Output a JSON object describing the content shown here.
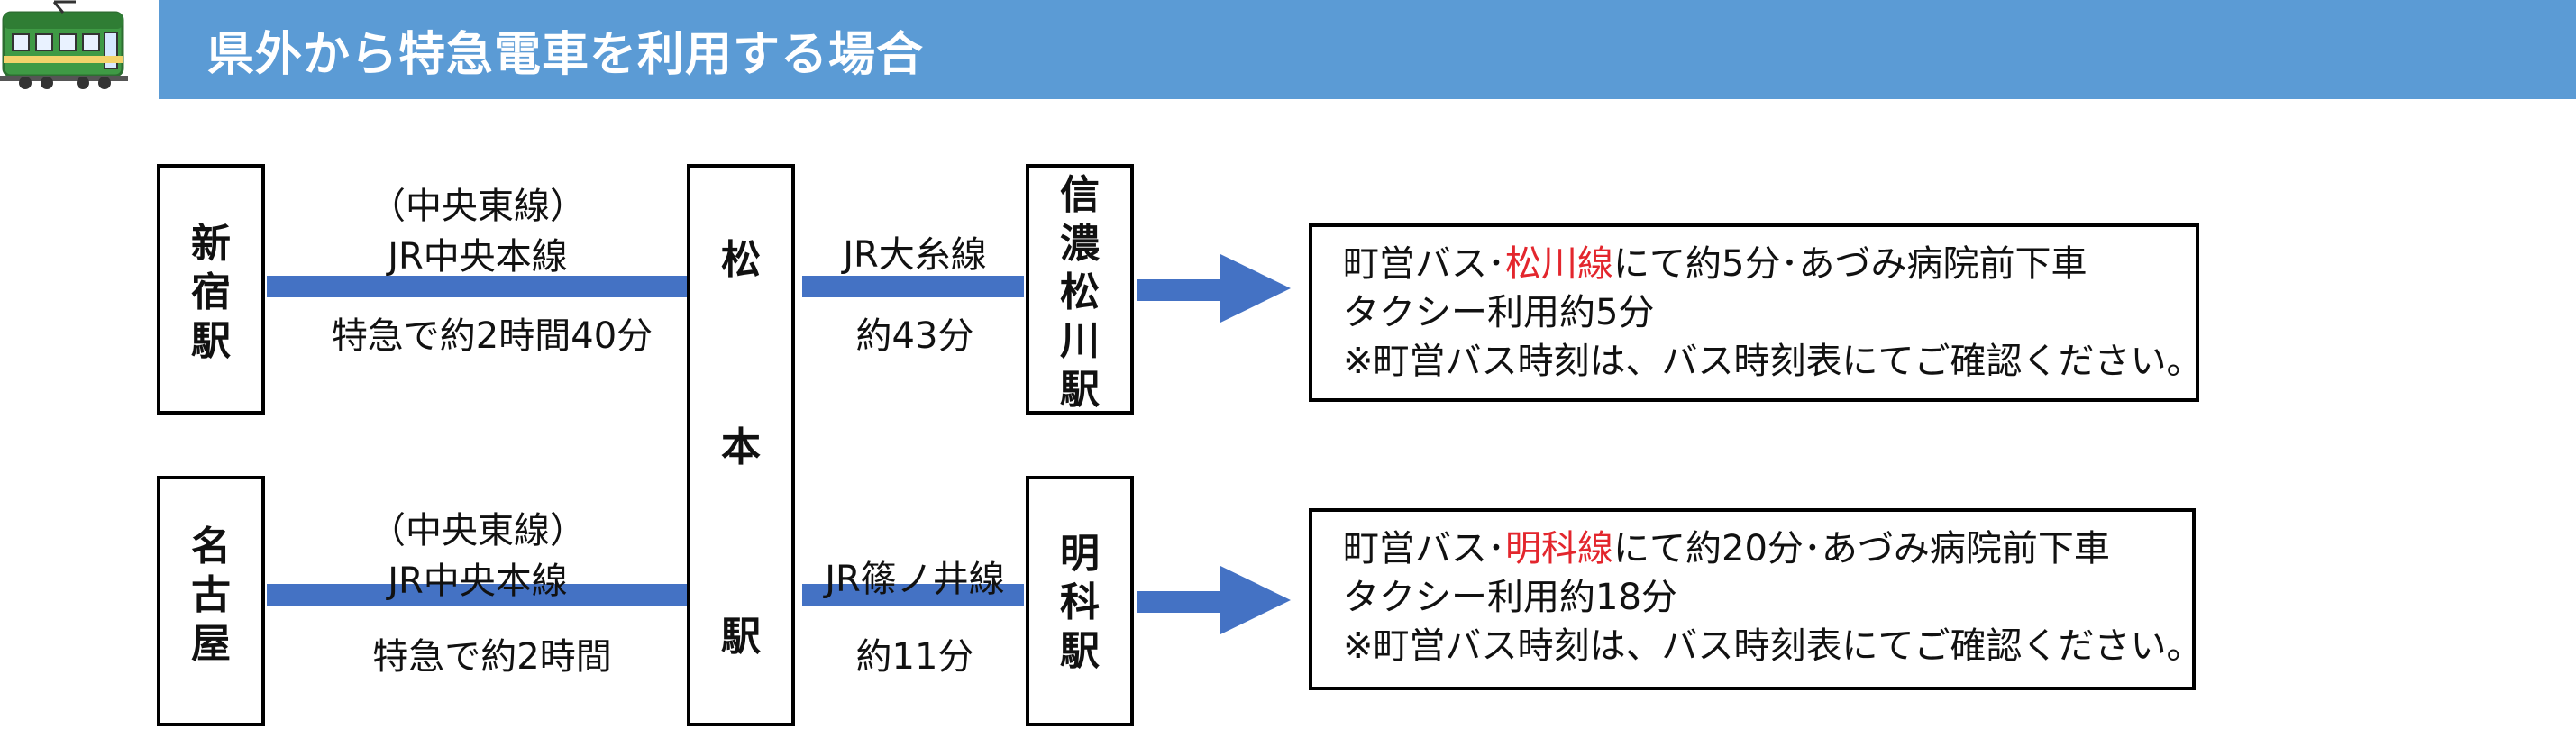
{
  "header": {
    "title": "県外から特急電車を利用する場合"
  },
  "stations": {
    "shinjuku": "新\n宿\n駅",
    "nagoya": "名\n古\n屋",
    "matsumoto": [
      "松",
      "本",
      "駅"
    ],
    "shinano_matsukawa": "信\n濃\n松\n川\n駅",
    "akashina": "明\n科\n駅"
  },
  "routes": {
    "top_left": {
      "line_note": "（中央東線）",
      "line_name": "JR中央本線",
      "duration": "特急で約2時間40分"
    },
    "top_right": {
      "line_name": "JR大糸線",
      "duration": "約43分"
    },
    "bottom_left": {
      "line_note": "（中央東線）",
      "line_name": "JR中央本線",
      "duration": "特急で約2時間"
    },
    "bottom_right": {
      "line_name": "JR篠ノ井線",
      "duration": "約11分"
    }
  },
  "info": {
    "top": {
      "bus_prefix": "町営バス･",
      "bus_line": "松川線",
      "bus_suffix": "にて約5分･あづみ病院前下車",
      "taxi": "タクシー利用約5分",
      "note": "※町営バス時刻は、バス時刻表にてご確認ください。"
    },
    "bottom": {
      "bus_prefix": "町営バス･",
      "bus_line": "明科線",
      "bus_suffix": "にて約20分･あづみ病院前下車",
      "taxi": "タクシー利用約18分",
      "note": "※町営バス時刻は、バス時刻表にてご確認ください。"
    }
  },
  "colors": {
    "header_bg": "#5b9bd5",
    "route_line": "#4472c4",
    "highlight": "#e3262d"
  },
  "icons": {
    "train": "train-icon",
    "arrow": "arrow-right-icon"
  }
}
